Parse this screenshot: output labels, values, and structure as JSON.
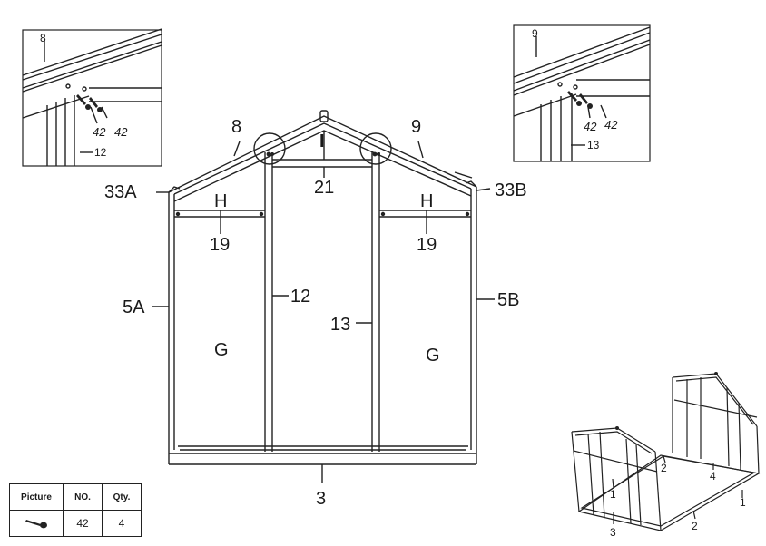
{
  "main_view": {
    "roof_left": "8",
    "roof_right": "9",
    "ridge_marker": "I",
    "ridge_bar": "21",
    "corner_left": "33A",
    "corner_right": "33B",
    "panel_top_left": "H",
    "panel_top_right": "H",
    "crossbar_left": "19",
    "crossbar_right": "19",
    "post_left": "5A",
    "post_right": "5B",
    "stud_left": "12",
    "stud_right": "13",
    "panel_left": "G",
    "panel_right": "G",
    "base": "3"
  },
  "detail_left": {
    "rafter": "8",
    "screw_a": "42",
    "screw_b": "42",
    "stud": "12"
  },
  "detail_right": {
    "rafter": "9",
    "screw_a": "42",
    "screw_b": "42",
    "stud": "13"
  },
  "overview": {
    "end_a": "1",
    "end_b": "1",
    "side_a": "2",
    "side_b": "2",
    "base": "3",
    "back": "4"
  },
  "parts_table": {
    "headers": [
      "Picture",
      "NO.",
      "Qty."
    ],
    "rows": [
      {
        "picture": "screw-icon",
        "no": "42",
        "qty": "4"
      }
    ]
  }
}
